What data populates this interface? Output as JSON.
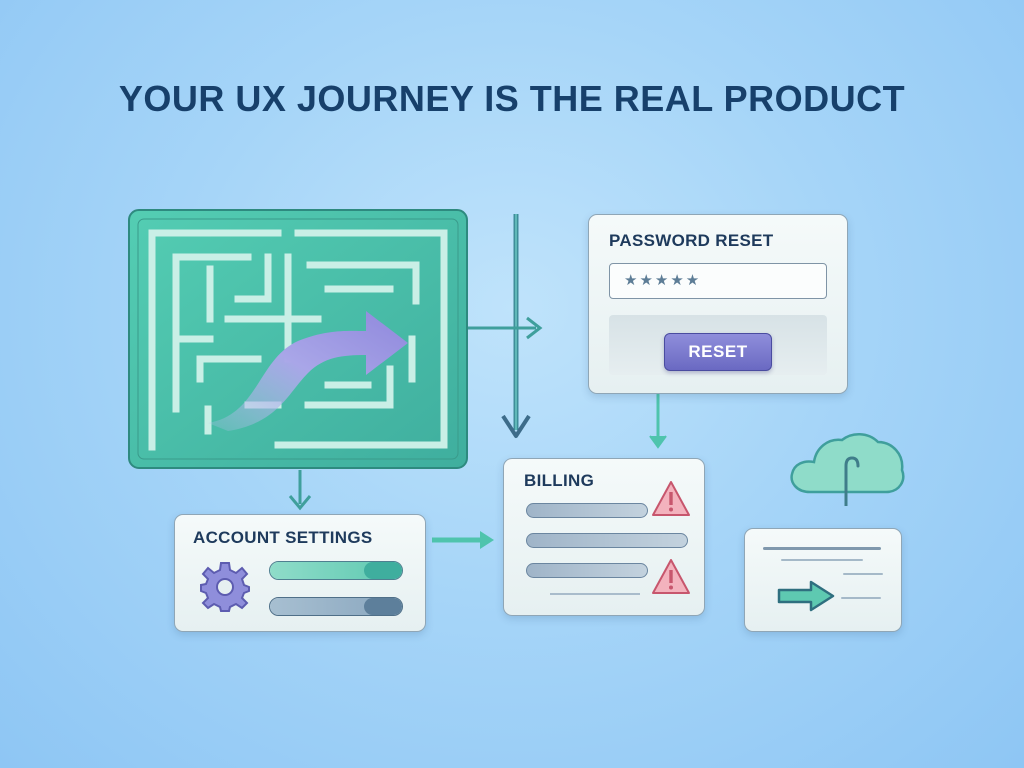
{
  "header": {
    "title": "YOUR UX JOURNEY IS THE REAL PRODUCT"
  },
  "password_reset": {
    "title": "PASSWORD RESET",
    "field_value": "★★★★★",
    "button_label": "RESET"
  },
  "billing": {
    "title": "BILLING"
  },
  "account_settings": {
    "title": "ACCOUNT SETTINGS"
  },
  "icons": [
    "maze-icon",
    "curved-arrow-icon",
    "warning-icon",
    "gear-icon",
    "cloud-upload-icon",
    "right-arrow-icon"
  ],
  "colors": {
    "teal": "#4fc4ad",
    "navy": "#17406b",
    "accent_purple": "#6a69c2",
    "warning": "#f2a9b4"
  }
}
